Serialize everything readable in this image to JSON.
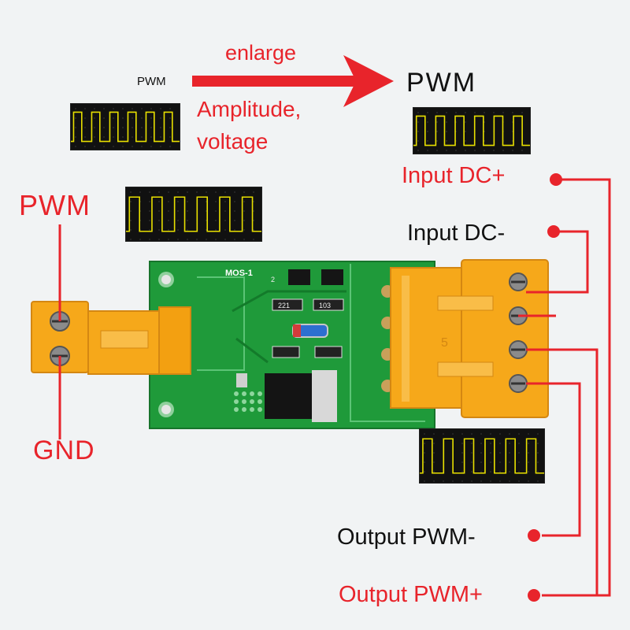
{
  "annotations": {
    "pwm_small": "PWM",
    "enlarge": "enlarge",
    "amplitude": "Amplitude,",
    "voltage": "voltage",
    "pwm_out_top": "PWM",
    "pwm_left": "PWM",
    "gnd": "GND",
    "input_dc_plus": "Input DC+",
    "input_dc_minus": "Input DC-",
    "output_pwm_minus": "Output PWM-",
    "output_pwm_plus": "Output PWM+"
  },
  "board": {
    "silkscreen_label": "MOS-1",
    "resistor_1": "221",
    "resistor_2": "103",
    "capacitor": "2",
    "terminal_mark": "5"
  },
  "colors": {
    "accent_red": "#e8242b",
    "pcb_green": "#1f9a3a",
    "terminal_orange": "#f6a81a",
    "scope_wave": "#e8e000"
  }
}
